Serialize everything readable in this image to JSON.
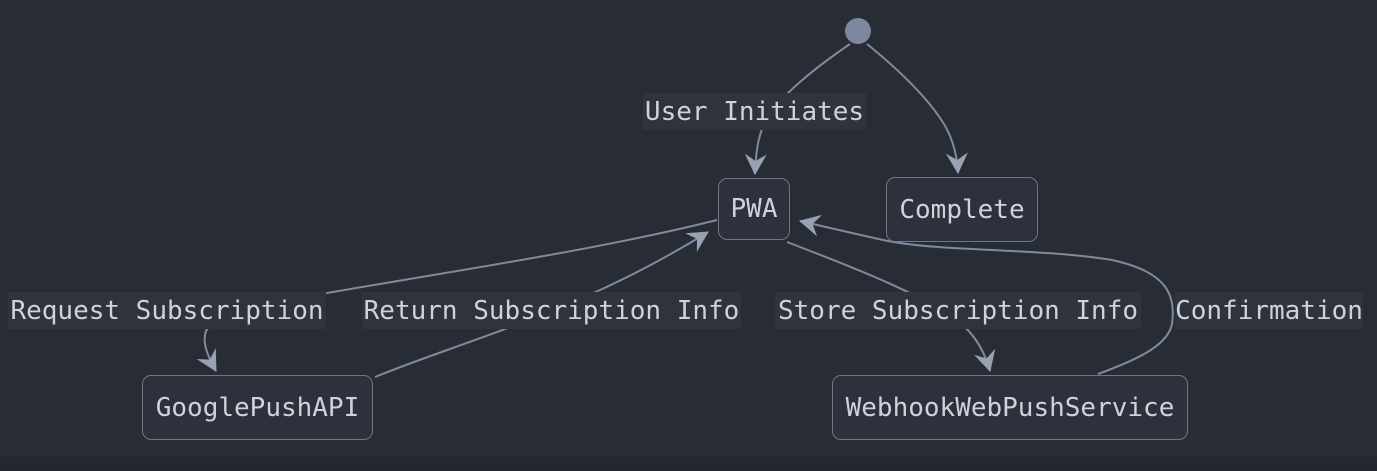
{
  "diagram": {
    "type": "state-diagram",
    "initial_marker": "filled-circle-start-state",
    "nodes": [
      {
        "id": "PWA",
        "label": "PWA"
      },
      {
        "id": "Complete",
        "label": "Complete"
      },
      {
        "id": "GooglePushAPI",
        "label": "GooglePushAPI"
      },
      {
        "id": "WebhookWebPushService",
        "label": "WebhookWebPushService"
      }
    ],
    "edges": [
      {
        "from": "initial",
        "to": "PWA",
        "label": "User Initiates"
      },
      {
        "from": "initial",
        "to": "Complete",
        "label": ""
      },
      {
        "from": "PWA",
        "to": "GooglePushAPI",
        "label": "Request Subscription"
      },
      {
        "from": "GooglePushAPI",
        "to": "PWA",
        "label": "Return Subscription Info"
      },
      {
        "from": "PWA",
        "to": "WebhookWebPushService",
        "label": "Store Subscription Info"
      },
      {
        "from": "WebhookWebPushService",
        "to": "PWA",
        "label": "Confirmation"
      }
    ],
    "colors": {
      "background": "#282c35",
      "node_fill": "#2c313b",
      "node_border": "#6d7788",
      "edge_line": "#7f8a9e",
      "arrowhead": "#98a2b3",
      "text": "#cdd3dc",
      "label_background": "#2f333c",
      "initial_circle": "#7d88a0"
    }
  }
}
